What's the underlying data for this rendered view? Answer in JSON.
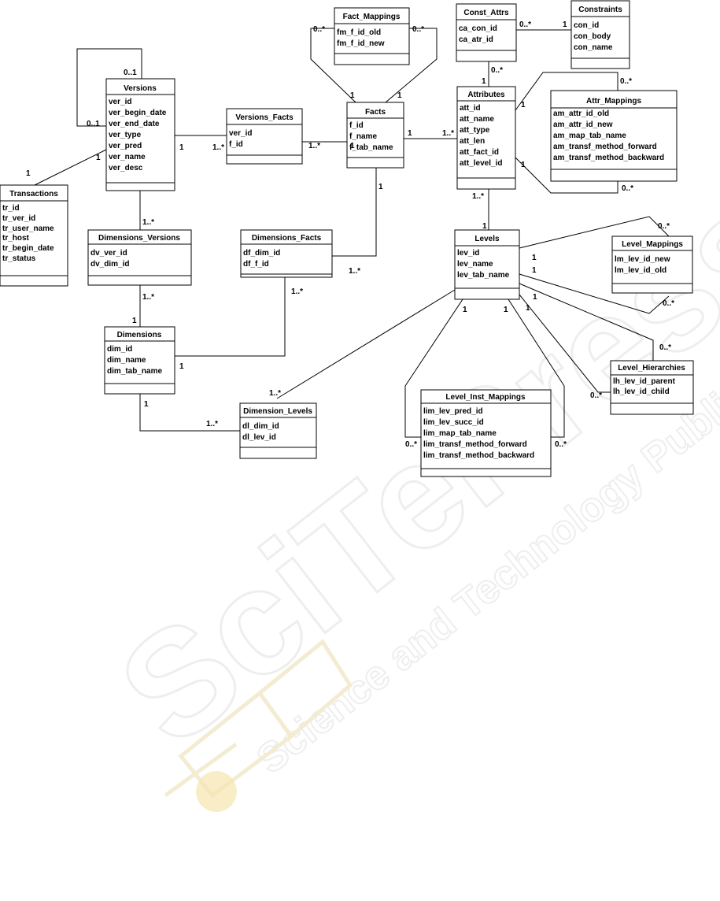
{
  "watermark": {
    "text": "SciTePress",
    "subtext": "Science and Technology Publications",
    "colors": {
      "outline": "#eeeeee",
      "dot": "#f6e6b0"
    }
  },
  "entities": {
    "versions": {
      "title": "Versions",
      "attrs": [
        "ver_id",
        "ver_begin_date",
        "ver_end_date",
        "ver_type",
        "ver_pred",
        "ver_name",
        "ver_desc"
      ]
    },
    "transactions": {
      "title": "Transactions",
      "attrs": [
        "tr_id",
        "tr_ver_id",
        "tr_user_name",
        "tr_host",
        "tr_begin_date",
        "tr_status"
      ]
    },
    "versions_facts": {
      "title": "Versions_Facts",
      "attrs": [
        "ver_id",
        "f_id"
      ]
    },
    "fact_mappings": {
      "title": "Fact_Mappings",
      "attrs": [
        "fm_f_id_old",
        "fm_f_id_new"
      ]
    },
    "facts": {
      "title": "Facts",
      "attrs": [
        "f_id",
        "f_name",
        "f_tab_name"
      ]
    },
    "const_attrs": {
      "title": "Const_Attrs",
      "attrs": [
        "ca_con_id",
        "ca_atr_id"
      ]
    },
    "constraints": {
      "title": "Constraints",
      "attrs": [
        "con_id",
        "con_body",
        "con_name"
      ]
    },
    "attributes": {
      "title": "Attributes",
      "attrs": [
        "att_id",
        "att_name",
        "att_type",
        "att_len",
        "att_fact_id",
        "att_level_id"
      ]
    },
    "attr_mappings": {
      "title": "Attr_Mappings",
      "attrs": [
        "am_attr_id_old",
        "am_attr_id_new",
        "am_map_tab_name",
        "am_transf_method_forward",
        "am_transf_method_backward"
      ]
    },
    "dimensions_versions": {
      "title": "Dimensions_Versions",
      "attrs": [
        "dv_ver_id",
        "dv_dim_id"
      ]
    },
    "dimensions_facts": {
      "title": "Dimensions_Facts",
      "attrs": [
        "df_dim_id",
        "df_f_id"
      ]
    },
    "levels": {
      "title": "Levels",
      "attrs": [
        "lev_id",
        "lev_name",
        "lev_tab_name"
      ]
    },
    "level_mappings": {
      "title": "Level_Mappings",
      "attrs": [
        "lm_lev_id_new",
        "lm_lev_id_old"
      ]
    },
    "dimensions": {
      "title": "Dimensions",
      "attrs": [
        "dim_id",
        "dim_name",
        "dim_tab_name"
      ]
    },
    "level_hierarchies": {
      "title": "Level_Hierarchies",
      "attrs": [
        "lh_lev_id_parent",
        "lh_lev_id_child"
      ]
    },
    "dimension_levels": {
      "title": "Dimension_Levels",
      "attrs": [
        "dl_dim_id",
        "dl_lev_id"
      ]
    },
    "level_inst_mappings": {
      "title": "Level_Inst_Mappings",
      "attrs": [
        "lim_lev_pred_id",
        "lim_lev_succ_id",
        "lim_map_tab_name",
        "lim_transf_method_forward",
        "lim_transf_method_backward"
      ]
    }
  },
  "cardinalities": [
    "0..1",
    "0..1",
    "1",
    "1",
    "1..*",
    "1",
    "1..*",
    "0..*",
    "0..*",
    "1",
    "1",
    "1",
    "1..*",
    "0..*",
    "1",
    "0..*",
    "1",
    "0..*",
    "1",
    "0..*",
    "1",
    "1..*",
    "1",
    "1..*",
    "1..*",
    "1",
    "1..*",
    "1..*",
    "1",
    "0..*",
    "1",
    "1",
    "0..*",
    "1",
    "0..*",
    "1",
    "1",
    "1",
    "0..*",
    "0..*",
    "0..*",
    "1",
    "1..*"
  ]
}
